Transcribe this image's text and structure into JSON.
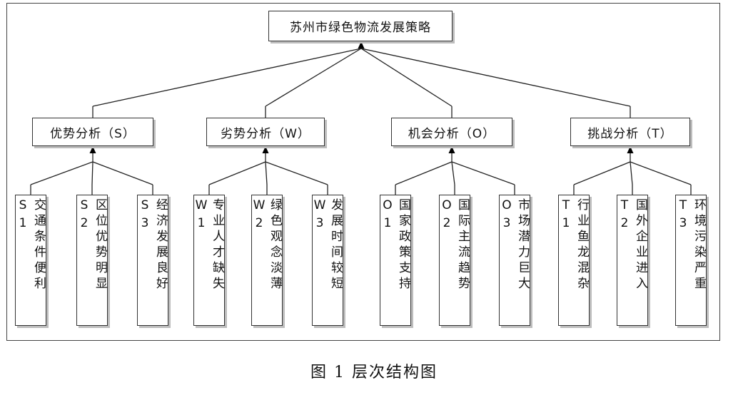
{
  "diagram": {
    "root": "苏州市绿色物流发展策略",
    "categories": [
      {
        "label": "优势分析（S）",
        "items": [
          "交通条件便利S1",
          "区位优势明显S2",
          "经济发展良好S3"
        ]
      },
      {
        "label": "劣势分析（W）",
        "items": [
          "专业人才缺失W1",
          "绿色观念淡薄W2",
          "发展时间较短W3"
        ]
      },
      {
        "label": "机会分析（O）",
        "items": [
          "国家政策支持O1",
          "国际主流趋势O2",
          "市场潜力巨大O3"
        ]
      },
      {
        "label": "挑战分析（T）",
        "items": [
          "行业鱼龙混杂T1",
          "国外企业进入T2",
          "环境污染严重T3"
        ]
      }
    ]
  },
  "caption": "图 1 层次结构图"
}
